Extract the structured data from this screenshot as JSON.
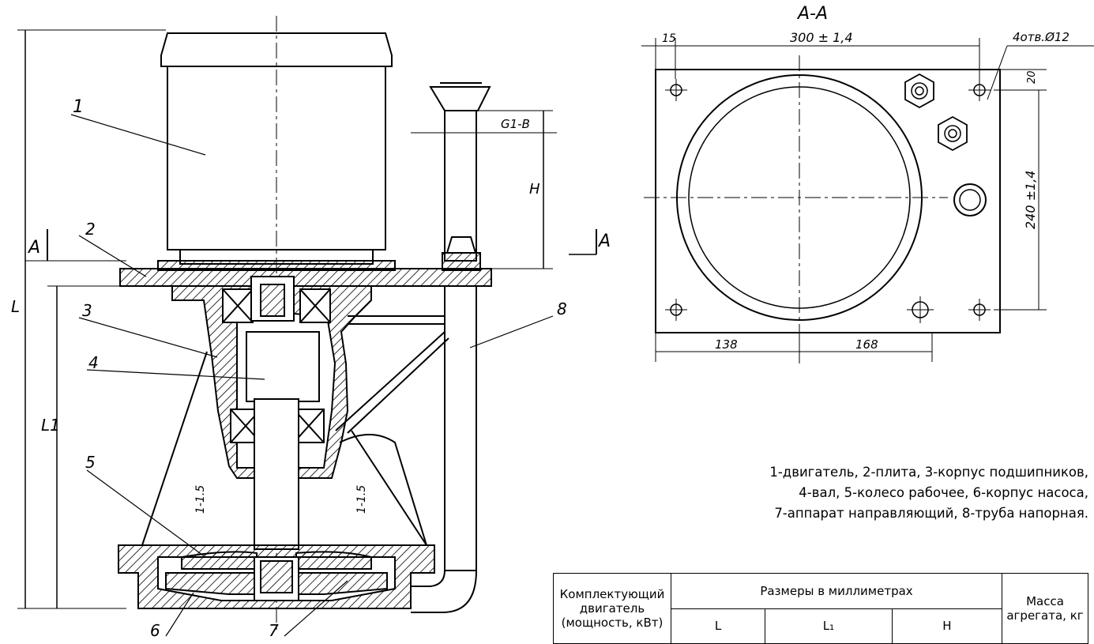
{
  "section_title": "А-А",
  "section_marks": {
    "left": "А",
    "right": "А"
  },
  "part_numbers": [
    "1",
    "2",
    "3",
    "4",
    "5",
    "6",
    "7",
    "8"
  ],
  "dimensions": {
    "L": "L",
    "L1": "L1",
    "H": "H",
    "pipe_thread": "G1-B",
    "cone_left": "1-1.5",
    "cone_right": "1-1.5",
    "plan_width": "300 ± 1,4",
    "plan_offset": "15",
    "plan_holes": "4отв.Ø12",
    "plan_height": "240 ±1,4",
    "plan_top_offset": "20",
    "plan_left": "138",
    "plan_right": "168"
  },
  "legend": [
    "1-двигатель, 2-плита, 3-корпус подшипников,",
    "4-вал, 5-колесо рабочее, 6-корпус насоса,",
    "7-аппарат направляющий, 8-труба напорная."
  ],
  "table": {
    "col_motor": "Комплектующий двигатель (мощность, кВт)",
    "col_sizes": "Размеры в миллиметрах",
    "col_mass": "Масса агрегата, кг",
    "sub_L": "L",
    "sub_L1": "L₁",
    "sub_H": "H"
  }
}
